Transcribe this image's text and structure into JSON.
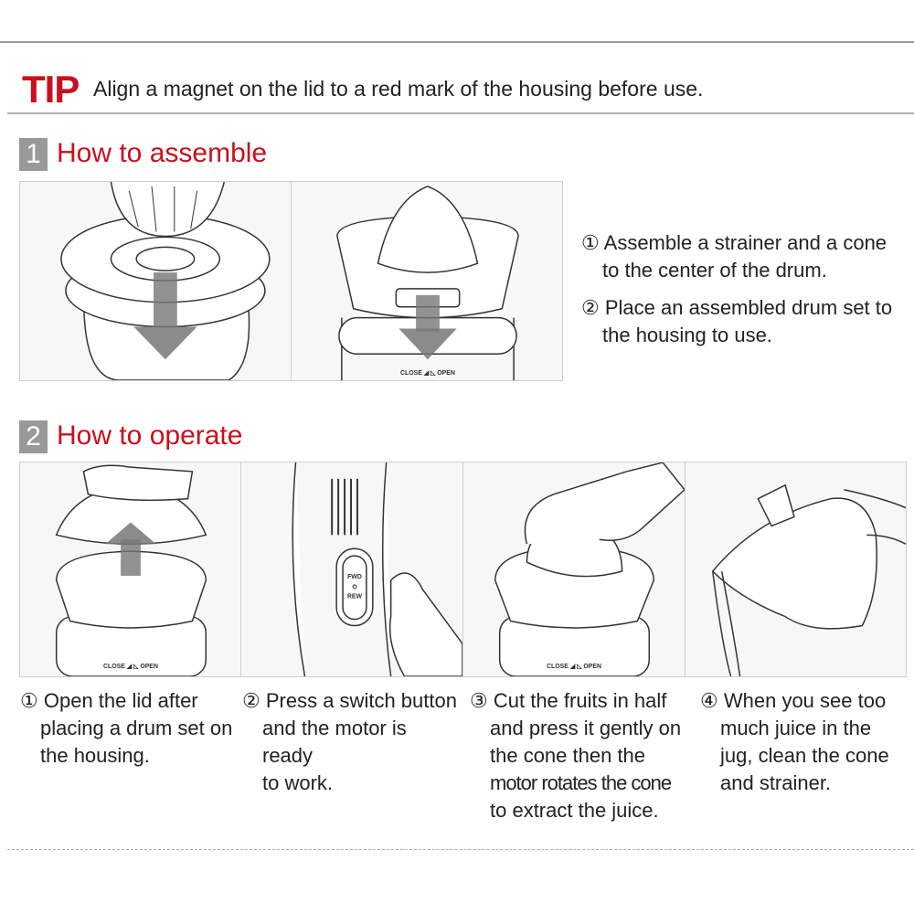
{
  "tip": {
    "label": "TIP",
    "text": "Align a magnet on the lid to a red mark of the housing before use."
  },
  "section1": {
    "number": "1",
    "title": "How to assemble",
    "close_open": "CLOSE ◢  ◺ OPEN",
    "steps": [
      {
        "marker": "①",
        "line1": "Assemble a strainer and a cone",
        "line2": "to the center of the drum."
      },
      {
        "marker": "②",
        "line1": "Place an assembled drum set to",
        "line2": "the housing to use."
      }
    ]
  },
  "section2": {
    "number": "2",
    "title": "How to operate",
    "close_open": "CLOSE ◢  ◺ OPEN",
    "switch_labels": {
      "fwd": "FWD",
      "rew": "REW"
    },
    "steps": [
      {
        "marker": "①",
        "first": "Open the lid after",
        "rest": [
          "placing a drum set on",
          "the housing."
        ]
      },
      {
        "marker": "②",
        "first": "Press a switch button",
        "rest": [
          "and the motor is ready",
          "to work."
        ]
      },
      {
        "marker": "③",
        "first": "Cut the fruits in half",
        "rest": [
          "and press it gently on",
          "the cone then the",
          "motor rotates the cone",
          "to extract the juice."
        ]
      },
      {
        "marker": "④",
        "first": "When you see too",
        "rest": [
          "much juice in the",
          "jug, clean the cone",
          "and strainer."
        ]
      }
    ]
  },
  "colors": {
    "accent": "#c8101e",
    "number_box": "#999999",
    "panel_bg": "#f7f7f7"
  }
}
